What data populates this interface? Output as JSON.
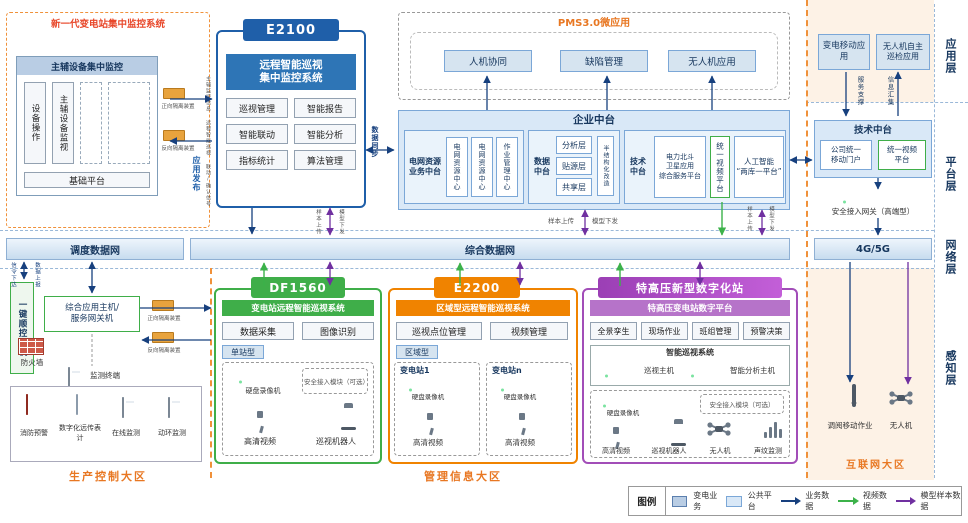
{
  "layers": {
    "app": "应用层",
    "platform": "平台层",
    "network": "网络层",
    "perception": "感知层"
  },
  "zones": {
    "production": "生产控制大区",
    "management": "管理信息大区",
    "internet": "互联网大区"
  },
  "common": {
    "nvr": "硬盘录像机",
    "hd_video": "高清视频",
    "robot": "巡视机器人",
    "uav": "无人机",
    "sec_module": "安全接入模块（可选）",
    "fwd_iso": "正向隔离装置",
    "rev_iso": "反向隔离装置"
  },
  "flows": {
    "data_sync": "数据同步",
    "sample_up": "样本上传",
    "model_down": "模型下发",
    "cmd_down": "信令下达",
    "data_up": "数据上报",
    "service": "服务支撑",
    "info": "信息汇集",
    "app_pub": "应用发布",
    "sig_main": "主辅监控信息",
    "sig_patrol": "远程智能巡视",
    "sig_link": "联动/确认信号"
  },
  "newgen": {
    "title": "新一代变电站集中监控系统",
    "monitor": "主辅设备集中监控",
    "device_op": "设备操作",
    "device_mon": "主辅设备监视",
    "base": "基础平台"
  },
  "e2100": {
    "tag": "E2100",
    "title": "远程智能巡视\n集中监控系统",
    "items": [
      "巡视管理",
      "智能报告",
      "智能联动",
      "智能分析",
      "指标统计",
      "算法管理"
    ]
  },
  "pms": {
    "title": "PMS3.0微应用",
    "items": [
      "人机协同",
      "缺陷管理",
      "无人机应用"
    ]
  },
  "enterprise": {
    "title": "企业中台",
    "grid": {
      "label": "电网资源\n业务中台",
      "centers": [
        "电网资源中心",
        "电网资源中心",
        "作业管理中心"
      ]
    },
    "data": {
      "label": "数据\n中台",
      "rows": [
        "分析层",
        "贴源层",
        "共享层"
      ],
      "side": "半结构化改造"
    },
    "tech": {
      "label": "技术\n中台",
      "beidou": "电力北斗\n卫星应用\n综合服务平台",
      "video": "统一视频平台",
      "ai": "人工智能\n“两库一平台”"
    }
  },
  "right": {
    "mobile": "变电移动应用",
    "uav_app": "无人机自主\n巡检应用",
    "tech_title": "技术中台",
    "portal": "公司统一\n移动门户",
    "video": "统一视频\n平台",
    "gateway": "安全接入网关（高端型）",
    "net": "4G/5G"
  },
  "networks": {
    "dispatch": "调度数据网",
    "integrated": "综合数据网"
  },
  "production": {
    "onekey": "一键顺控主机",
    "host": "综合应用主机/\n服务网关机",
    "firewall": "防火墙",
    "terminal": "监测终端",
    "sensors": [
      "消防预警",
      "数字化远传表计",
      "在线监测",
      "动环监测"
    ]
  },
  "df1560": {
    "tag": "DF1560",
    "title": "变电站远程智能巡视系统",
    "items": [
      "数据采集",
      "图像识别"
    ],
    "type": "单站型"
  },
  "e2200": {
    "tag": "E2200",
    "title": "区域型远程智能巡视系统",
    "items": [
      "巡视点位管理",
      "视频管理"
    ],
    "type": "区域型",
    "st1": "变电站1",
    "st2": "变电站n"
  },
  "uhv": {
    "tag": "特高压新型数字化站",
    "title": "特高压变电站数字平台",
    "items": [
      "全景孪生",
      "现场作业",
      "班组管理",
      "预警决策"
    ],
    "patrol": "智能巡视系统",
    "host1": "巡视主机",
    "host2": "智能分析主机",
    "sound": "声纹监测"
  },
  "internet": {
    "mobile": "调阅移动作业",
    "uav": "无人机"
  },
  "legend": {
    "title": "图例",
    "biz": "变电业务",
    "pub": "公共平台",
    "data": "业务数据",
    "video": "视频数据",
    "model": "模型样本数据"
  },
  "colors": {
    "blue": "#1f5fa9",
    "green": "#3fae49",
    "orange": "#f08300",
    "purple": "#a24db8",
    "zone_label": "#e87722",
    "data_flow": "#17407e",
    "video_flow": "#3cb24a",
    "model_flow": "#7030a0"
  }
}
